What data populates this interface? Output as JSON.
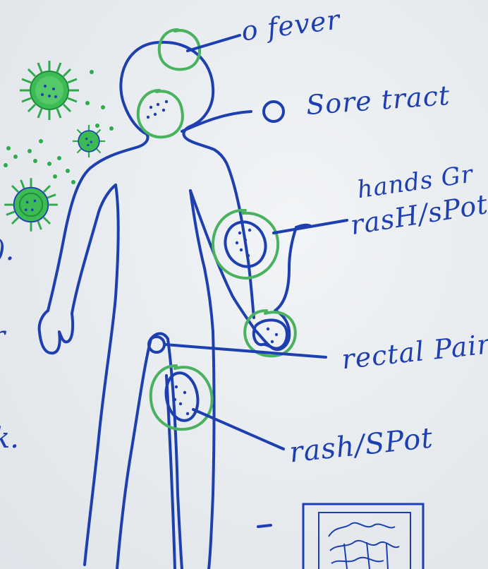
{
  "labels": {
    "fever": "o fever",
    "sore_throat": "Sore tract",
    "hands_line1": "hands Gr",
    "hands_line2": "rasH/sPot",
    "rectal_pain": "rectal Pain",
    "rash_spot": "rash/SPot",
    "margin_fragments": [
      ").",
      "r",
      "k."
    ]
  },
  "colors": {
    "ink_blue": "#1d3fb0",
    "virus_green": "#2faa4a",
    "highlight_green": "#49b25e",
    "paper": "#e9edf1"
  },
  "icons": [
    "virus-icon",
    "virus-icon",
    "virus-icon",
    "sketch-thumbnail-icon"
  ]
}
